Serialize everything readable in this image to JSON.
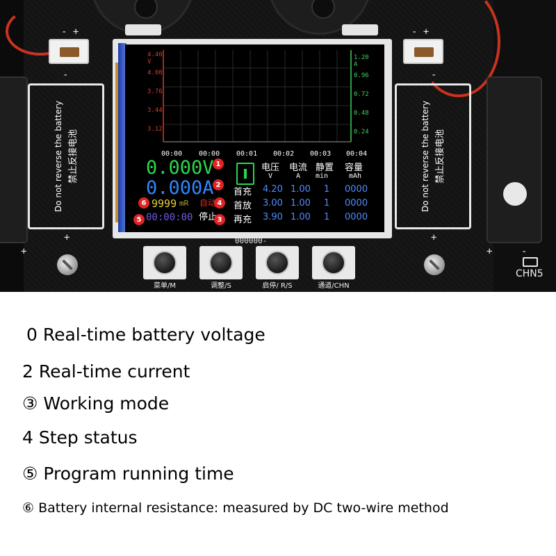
{
  "board": {
    "left_polarity": "- +",
    "right_polarity": "- +",
    "left_holder_minus": "-",
    "right_holder_minus": "-",
    "left_holder_plus": "+",
    "right_holder_plus": "+",
    "left_outer_plus": "+",
    "right_outer_plus": "+",
    "left_outer_minus": "-",
    "right_outer_minus": "-",
    "holder_warning_en": "Do not reverse the battery",
    "holder_warning_cn": "禁止反接电池",
    "serial": "000000-",
    "channel_label": "CHN5",
    "buttons": [
      {
        "label": "菜单/M"
      },
      {
        "label": "调整/S"
      },
      {
        "label": "启停/ R/S"
      },
      {
        "label": "通道/CHN"
      }
    ]
  },
  "lcd": {
    "voltage_axis": [
      "4.40",
      "V",
      "4.08",
      "3.76",
      "3.44",
      "3.12"
    ],
    "current_axis": [
      "1.20",
      "A",
      "0.96",
      "0.72",
      "0.48",
      "0.24"
    ],
    "time_axis": [
      "00:00",
      "00:00",
      "00:01",
      "00:02",
      "00:03",
      "00:04"
    ],
    "voltage_reading": "0.000",
    "voltage_unit": "V",
    "current_reading": "0.000",
    "current_unit": "A",
    "resistance_reading": "9999",
    "resistance_unit": "mR",
    "mode": "自动",
    "run_time": "00:00:00",
    "status": "停止",
    "table": {
      "headers": [
        "电压",
        "电流",
        "静置",
        "容量"
      ],
      "units": [
        "V",
        "A",
        "min",
        "mAh"
      ],
      "rows": [
        {
          "name": "首充",
          "voltage": "4.20",
          "current": "1.00",
          "rest": "1",
          "capacity": "0000"
        },
        {
          "name": "首放",
          "voltage": "3.00",
          "current": "1.00",
          "rest": "1",
          "capacity": "0000"
        },
        {
          "name": "再充",
          "voltage": "3.90",
          "current": "1.00",
          "rest": "1",
          "capacity": "0000"
        }
      ]
    },
    "callouts": {
      "voltage": "1",
      "current": "2",
      "mode": "4",
      "status": "3",
      "resistance": "6",
      "time": "5"
    }
  },
  "captions": [
    "0 Real-time battery voltage",
    "2 Real-time current",
    "③ Working mode",
    "4 Step status",
    "⑤ Program running time",
    "⑥ Battery internal resistance: measured by DC two-wire method"
  ],
  "colors": {
    "voltage_green": "#2ad94a",
    "current_blue": "#2f86ff",
    "axis_red": "#d93c2a",
    "axis_green": "#41d15a",
    "callout_red": "#e02424"
  }
}
